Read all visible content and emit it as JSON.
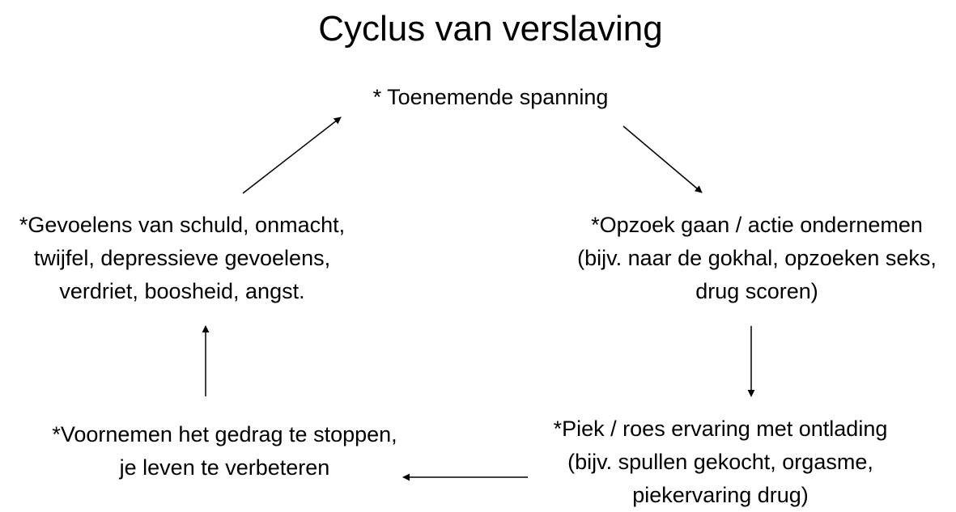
{
  "title": "Cyclus van verslaving",
  "nodes": {
    "top": {
      "lines": [
        "* Toenemende spanning"
      ]
    },
    "right": {
      "lines": [
        "*Opzoek gaan / actie ondernemen",
        "(bijv. naar de gokhal, opzoeken seks,",
        "drug scoren)"
      ]
    },
    "bottom_right": {
      "lines": [
        "*Piek / roes ervaring met ontlading",
        "(bijv. spullen gekocht, orgasme,",
        "piekervaring drug)"
      ]
    },
    "bottom_left": {
      "lines": [
        "*Voornemen het gedrag te stoppen,",
        "je leven te verbeteren"
      ]
    },
    "left": {
      "lines": [
        "*Gevoelens van schuld, onmacht,",
        "twijfel, depressieve gevoelens,",
        "verdriet, boosheid, angst."
      ]
    }
  },
  "arrows": [
    {
      "from": "top",
      "to": "right"
    },
    {
      "from": "right",
      "to": "bottom_right"
    },
    {
      "from": "bottom_right",
      "to": "bottom_left"
    },
    {
      "from": "bottom_left",
      "to": "left"
    },
    {
      "from": "left",
      "to": "top"
    }
  ]
}
